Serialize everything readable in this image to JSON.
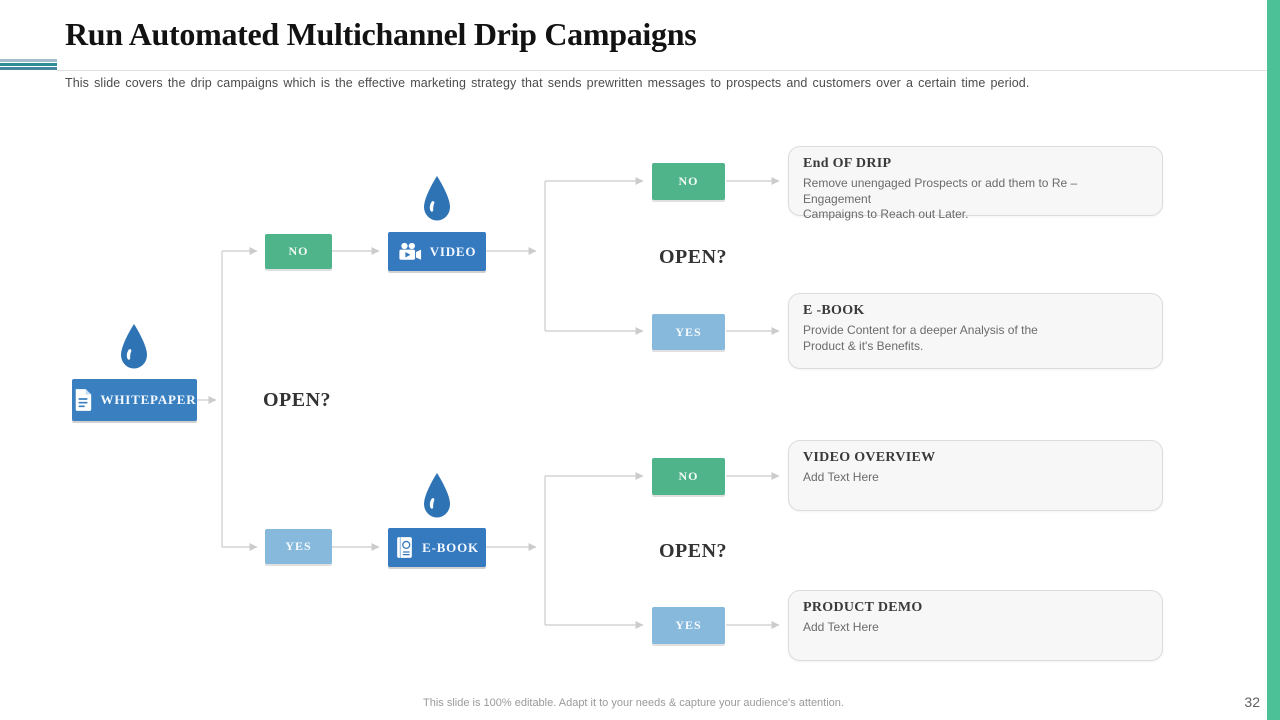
{
  "slide": {
    "title": "Run Automated Multichannel Drip Campaigns",
    "subtitle": "This slide covers the drip campaigns which is the effective marketing strategy that sends prewritten messages to prospects and customers over a certain time period.",
    "footer_note": "This slide is 100% editable. Adapt it to your needs & capture your audience's attention.",
    "page_number": "32"
  },
  "flowchart": {
    "start": {
      "label": "WHITEPAPER",
      "icon": "document-icon"
    },
    "decision_label": "OPEN?",
    "no_label": "NO",
    "yes_label": "YES",
    "channels": [
      {
        "label": "VIDEO",
        "icon": "video-camera-icon"
      },
      {
        "label": "E-BOOK",
        "icon": "ebook-icon"
      }
    ],
    "drop_icon": "water-drop-icon",
    "cards": [
      {
        "title": "End OF DRIP",
        "body": "Remove unengaged Prospects or add them to Re – Engagement\nCampaigns to Reach out Later."
      },
      {
        "title": "E -BOOK",
        "body": "Provide Content for a deeper Analysis of the\nProduct & it's Benefits."
      },
      {
        "title": "VIDEO OVERVIEW",
        "body": "Add Text Here"
      },
      {
        "title": "PRODUCT DEMO",
        "body": "Add Text Here"
      }
    ]
  },
  "colors": {
    "node_blue": "#3579be",
    "drop_blue": "#2e74b5",
    "no_green": "#50b48a",
    "yes_blue": "#87b9dc",
    "card_bg": "#f7f7f7",
    "card_border": "#dcdcdc",
    "connector_gray": "#cccccc",
    "accent_bar_green": "#4cc096"
  }
}
